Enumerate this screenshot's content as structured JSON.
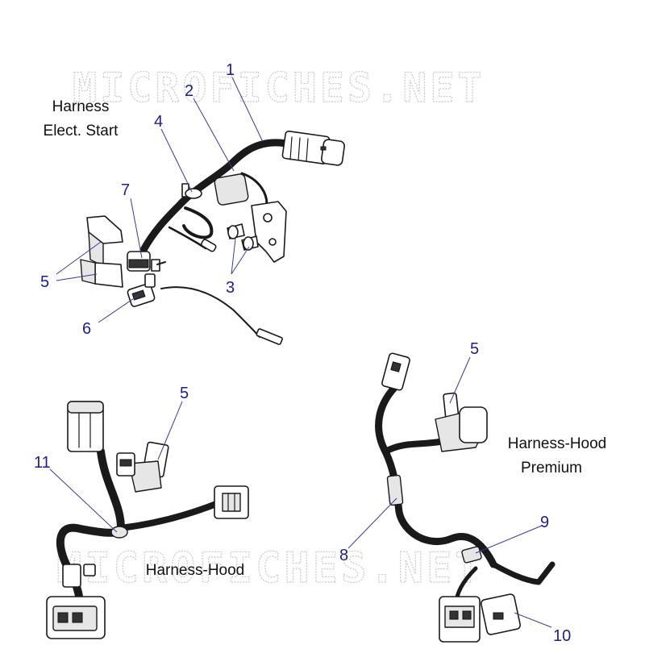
{
  "watermark": "MICROFICHES.NET",
  "groups": {
    "elect_start": {
      "line1": "Harness",
      "line2": "Elect. Start"
    },
    "hood": {
      "label": "Harness-Hood"
    },
    "hood_premium": {
      "line1": "Harness-Hood",
      "line2": "Premium"
    }
  },
  "callouts": [
    "1",
    "2",
    "3",
    "4",
    "5",
    "6",
    "7",
    "5",
    "11",
    "5",
    "8",
    "9",
    "10"
  ],
  "colors": {
    "callout": "#1e1e8c",
    "leader": "#3a3aa0",
    "line_art": "#1a1a1a"
  }
}
